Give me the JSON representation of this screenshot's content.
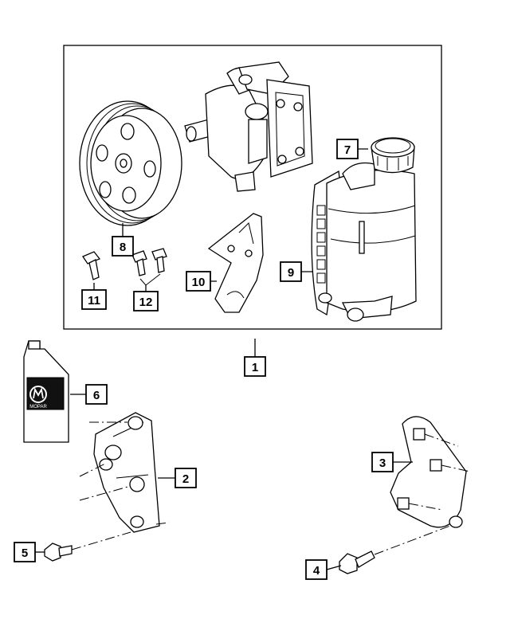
{
  "callouts": {
    "c1": "1",
    "c2": "2",
    "c3": "3",
    "c4": "4",
    "c5": "5",
    "c6": "6",
    "c7": "7",
    "c8": "8",
    "c9": "9",
    "c10": "10",
    "c11": "11",
    "c12": "12"
  },
  "logos": {
    "fluid_bottle_brand": "MOPAR"
  }
}
